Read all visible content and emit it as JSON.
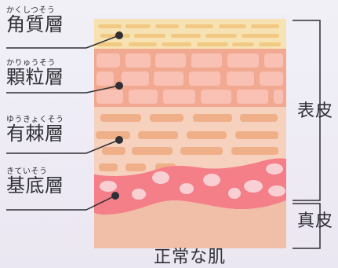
{
  "layers": [
    {
      "ruby": "かくしつそう",
      "label": "角質層"
    },
    {
      "ruby": "かりゅうそう",
      "label": "顆粒層"
    },
    {
      "ruby": "ゆうきょくそう",
      "label": "有棘層"
    },
    {
      "ruby": "きていそう",
      "label": "基底層"
    }
  ],
  "groups": {
    "epidermis": "表皮",
    "dermis": "真皮"
  },
  "caption": "正常な肌",
  "colors": {
    "background": "#efedf5",
    "stratum_corneum": "#f6e2b2",
    "stratum_corneum_cells": "#f2c982",
    "stratum_granulosum": "#f2a991",
    "stratum_granulosum_cells": "#f8c1b3",
    "stratum_spinosum": "#f6d1bd",
    "stratum_spinosum_cells": "#efb089",
    "basal_layer": "#f47f89",
    "dermis": "#f1bea7",
    "line": "#2f2f35"
  }
}
